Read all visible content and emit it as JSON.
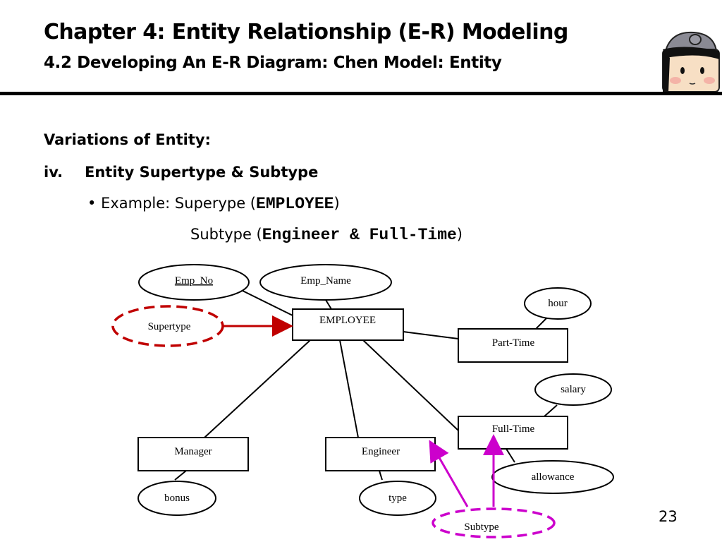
{
  "title": "Chapter 4: Entity Relationship (E-R) Modeling",
  "subtitle": "4.2 Developing An E-R Diagram: Chen Model: Entity",
  "content": {
    "heading": "Variations of Entity:",
    "item_numeral": "iv.",
    "item_title": "Entity Supertype & Subtype",
    "bullet": "•",
    "example_prefix": "Example: Superype (",
    "example_code": "EMPLOYEE",
    "example_suffix": ")",
    "subtype_prefix": "Subtype  (",
    "subtype_code": "Engineer & Full-Time",
    "subtype_suffix": ")"
  },
  "diagram": {
    "entities": {
      "employee": "EMPLOYEE",
      "part_time": "Part-Time",
      "full_time": "Full-Time",
      "manager": "Manager",
      "engineer": "Engineer"
    },
    "attributes": {
      "emp_no": "Emp_No",
      "emp_name": "Emp_Name",
      "hour": "hour",
      "salary": "salary",
      "allowance": "allowance",
      "bonus": "bonus",
      "type": "type"
    },
    "annotations": {
      "supertype": "Supertype",
      "subtype": "Subtype"
    },
    "colors": {
      "supertype_marker": "#c00000",
      "subtype_marker": "#cc00cc"
    }
  },
  "page_number": "23"
}
